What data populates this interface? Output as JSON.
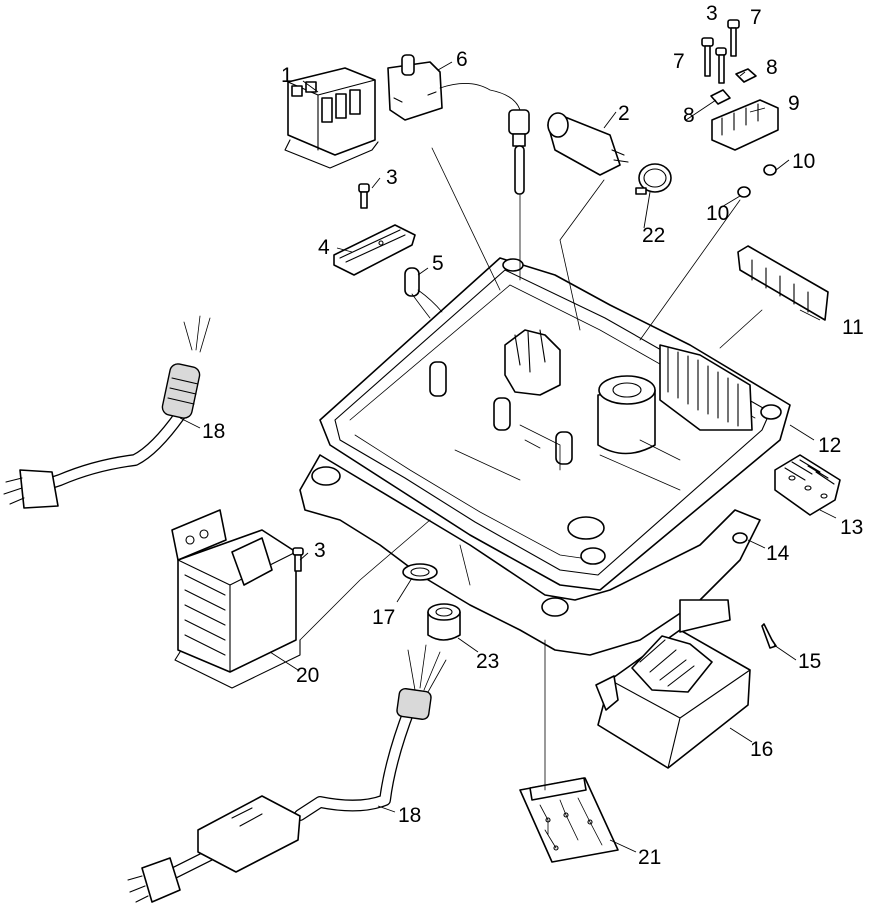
{
  "callouts": {
    "c1": "1",
    "c2": "2",
    "c3a": "3",
    "c3b": "3",
    "c3c": "3",
    "c4": "4",
    "c5": "5",
    "c6": "6",
    "c7a": "7",
    "c7b": "7",
    "c8a": "8",
    "c8b": "8",
    "c9": "9",
    "c10a": "10",
    "c10b": "10",
    "c11": "11",
    "c12": "12",
    "c13": "13",
    "c14": "14",
    "c15": "15",
    "c16": "16",
    "c17": "17",
    "c18a": "18",
    "c18b": "18",
    "c20": "20",
    "c21": "21",
    "c22": "22",
    "c23": "23"
  }
}
